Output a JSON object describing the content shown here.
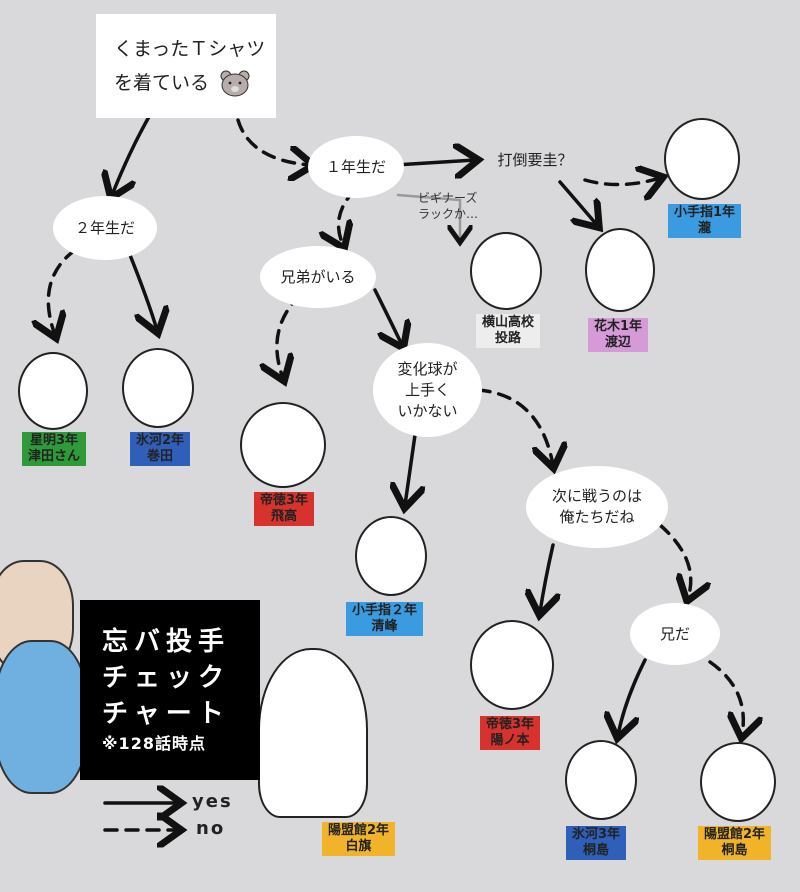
{
  "start_question": {
    "line1": "くまったＴシャツ",
    "line2": "を着ている"
  },
  "questions": {
    "q_2nen": "２年生だ",
    "q_1nen": "１年生だ",
    "q_daitou": "打倒要圭？",
    "q_kyoudai": "兄弟がいる",
    "q_henka_1": "変化球が",
    "q_henka_2": "上手く",
    "q_henka_3": "いかない",
    "q_tsugi_1": "次に戦うのは",
    "q_tsugi_2": "俺たちだね",
    "q_ani": "兄だ"
  },
  "side_note": {
    "line1": "ビギナーズ",
    "line2": "ラックか…"
  },
  "characters": [
    {
      "id": "tsuda",
      "school": "星明3年",
      "name": "津田さん",
      "color": "#2e9a3a"
    },
    {
      "id": "makita",
      "school": "氷河2年",
      "name": "巻田",
      "color": "#2f5fb8"
    },
    {
      "id": "hidaka",
      "school": "帝徳3年",
      "name": "飛高",
      "color": "#d8322e"
    },
    {
      "id": "kiyomine",
      "school": "小手指２年",
      "name": "清峰",
      "color": "#3a9be0"
    },
    {
      "id": "yokoyama",
      "school": "横山高校",
      "name": "投路",
      "color": "#ededed"
    },
    {
      "id": "watanabe",
      "school": "花木1年",
      "name": "渡辺",
      "color": "#d79ad9"
    },
    {
      "id": "taki",
      "school": "小手指1年",
      "name": "瀧",
      "color": "#3a9be0"
    },
    {
      "id": "yonomoto",
      "school": "帝徳3年",
      "name": "陽ノ本",
      "color": "#d8322e"
    },
    {
      "id": "shirahata",
      "school": "陽盟館2年",
      "name": "白旗",
      "color": "#f1b32a"
    },
    {
      "id": "kirishima_hyouga",
      "school": "氷河3年",
      "name": "桐島",
      "color": "#2f5fb8"
    },
    {
      "id": "kirishima_youmei",
      "school": "陽盟館2年",
      "name": "桐島",
      "color": "#f1b32a"
    }
  ],
  "title": {
    "line1": "忘バ投手",
    "line2": "チェック",
    "line3": "チャート",
    "sub": "※128話時点"
  },
  "legend": {
    "yes": "yes",
    "no": "no"
  }
}
